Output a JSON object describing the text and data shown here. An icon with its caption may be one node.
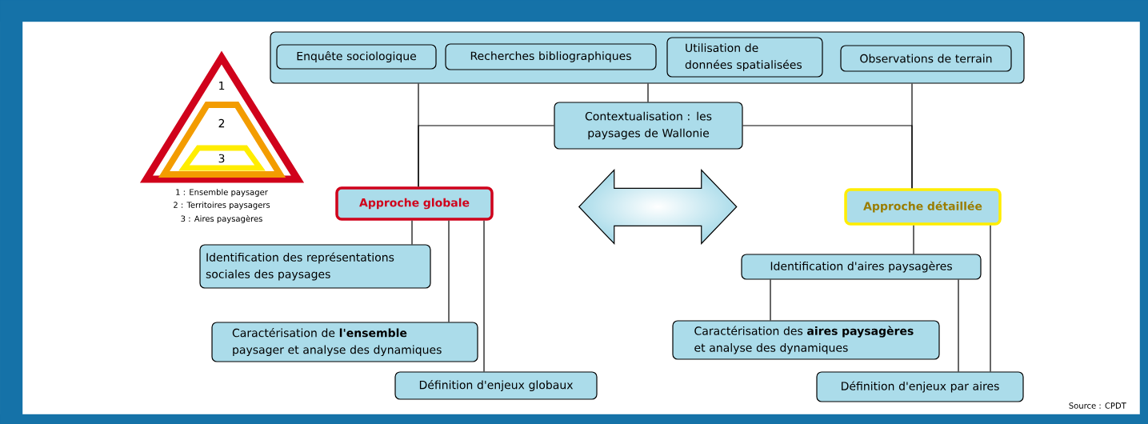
{
  "diagram": {
    "nodes": [
      {
        "text": [],
        "shape": "box"
      },
      {
        "text": [
          "Enquête sociologique"
        ],
        "in": 0
      },
      {
        "text": [
          "Recherches bibliographiques"
        ],
        "in": 0
      },
      {
        "text": [
          "Utilisation de données spatialisées"
        ],
        "in": 0
      },
      {
        "text": [
          "Observations de terrain"
        ],
        "in": 0
      },
      {
        "text": [
          "Contextualisation : les paysages de Wallonie"
        ]
      },
      {
        "text": [
          "Approche globale"
        ]
      },
      {
        "text": [
          "Approche détaillée"
        ]
      },
      {
        "text": [
          "Identification des représentations sociales des paysages"
        ]
      },
      {
        "text": [
          "Caractérisation de **l'ensemble** paysager et analyse des dynamiques"
        ]
      },
      {
        "text": [
          "Définition d'enjeux globaux"
        ]
      },
      {
        "text": [
          "Identification d'aires paysagères"
        ]
      },
      {
        "text": [
          "Caractérisation des **aires paysagères** et analyse des dynamiques"
        ]
      },
      {
        "text": [
          "Définition d'enjeux par aires"
        ]
      }
    ],
    "edges": [
      {
        "from": 0,
        "to": 5,
        "arrow": "none"
      },
      {
        "from": 0,
        "to": 6,
        "arrow": "none"
      },
      {
        "from": 0,
        "to": 7,
        "arrow": "none"
      },
      {
        "from": 5,
        "to": 6,
        "arrow": "none"
      },
      {
        "from": 5,
        "to": 7,
        "arrow": "none"
      },
      {
        "from": 6,
        "to": 7,
        "arrow": "both"
      },
      {
        "from": 6,
        "to": 8,
        "arrow": "none"
      },
      {
        "from": 6,
        "to": 9,
        "arrow": "none"
      },
      {
        "from": 6,
        "to": 10,
        "arrow": "none"
      },
      {
        "from": 7,
        "to": 11,
        "arrow": "none"
      },
      {
        "from": 7,
        "to": 13,
        "arrow": "none"
      },
      {
        "from": 11,
        "to": 12,
        "arrow": "none"
      },
      {
        "from": 11,
        "to": 13,
        "arrow": "none"
      }
    ],
    "labels": [
      "1",
      "2",
      "3",
      "1 : Ensemble paysager",
      "2 : Territoires paysagers",
      "3 : Aires paysagères",
      "Source : CPDT"
    ]
  }
}
